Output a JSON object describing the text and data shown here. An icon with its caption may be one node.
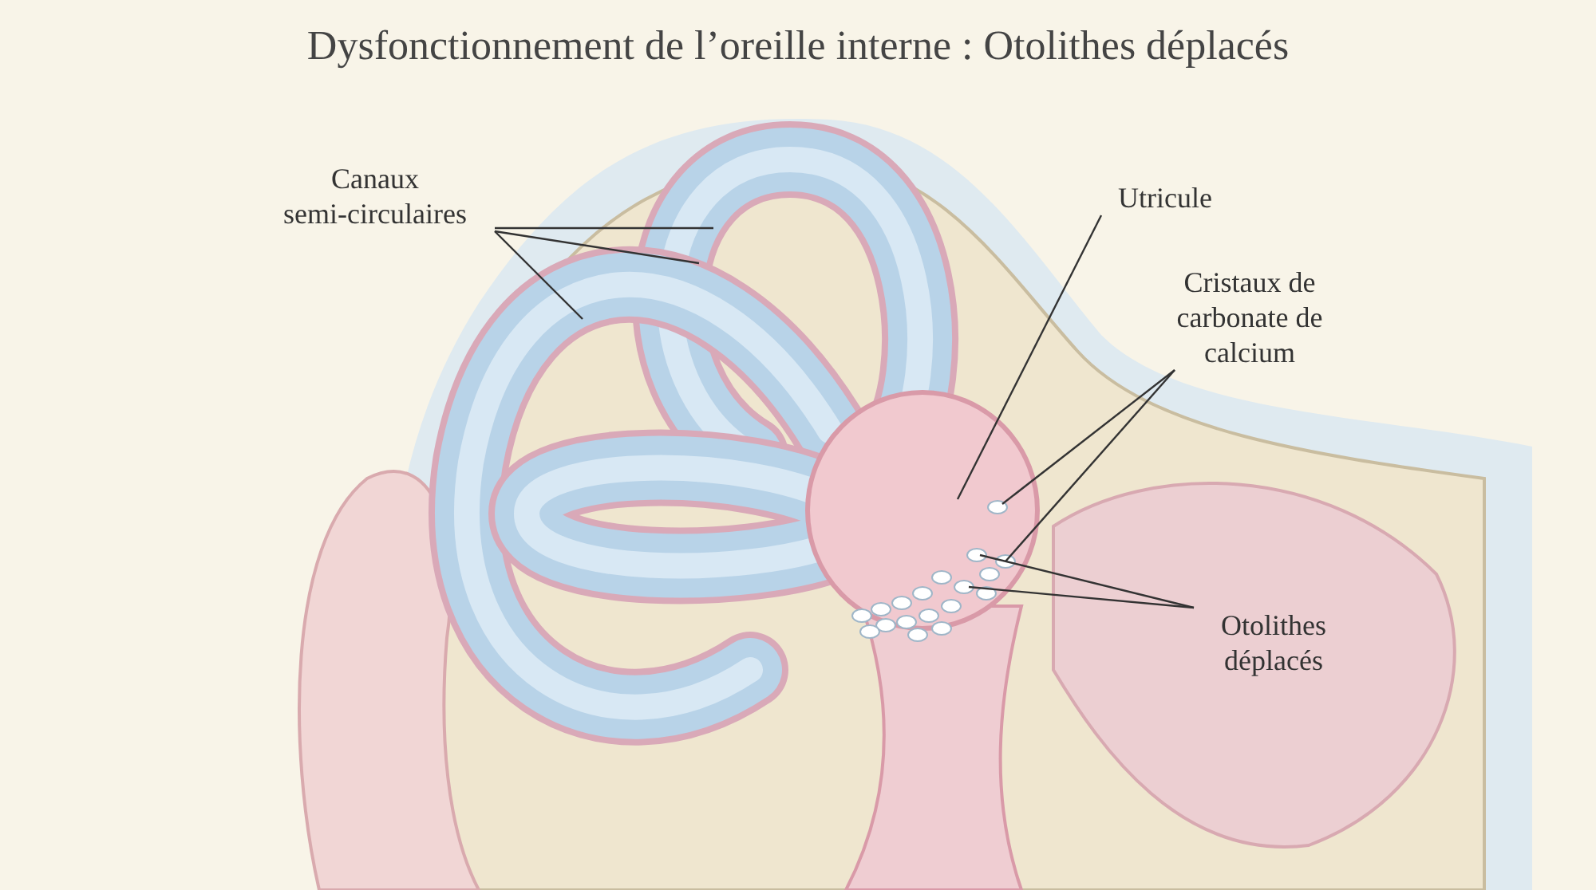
{
  "diagram": {
    "title": "Dysfonctionnement de l’oreille interne : Otolithes déplacés",
    "nodes": [
      {
        "text": [
          "Canaux semi-circulaires"
        ]
      },
      {
        "text": [
          "Utricule"
        ]
      },
      {
        "text": [
          "Cristaux de carbonate de calcium"
        ]
      },
      {
        "text": [
          "Otolithes déplacés"
        ]
      },
      {
        "text": [],
        "shape": "picture"
      },
      {
        "text": [],
        "shape": "picture"
      },
      {
        "text": [],
        "shape": "picture"
      }
    ],
    "edges": [
      {
        "from": 0,
        "to": 4,
        "arrow": "none"
      },
      {
        "from": 0,
        "to": 4,
        "arrow": "none"
      },
      {
        "from": 0,
        "to": 4,
        "arrow": "none"
      },
      {
        "from": 1,
        "to": 5,
        "arrow": "none"
      },
      {
        "from": 2,
        "to": 6,
        "arrow": "none"
      },
      {
        "from": 2,
        "to": 6,
        "arrow": "none"
      },
      {
        "from": 3,
        "to": 6,
        "arrow": "none"
      },
      {
        "from": 3,
        "to": 6,
        "arrow": "none"
      }
    ]
  }
}
